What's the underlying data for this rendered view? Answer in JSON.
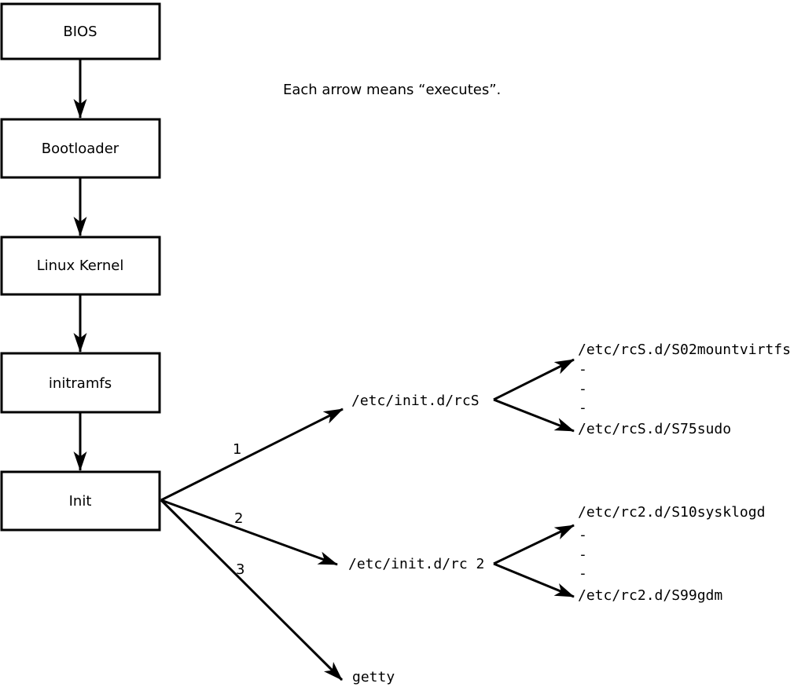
{
  "note": "Each arrow means “executes”.",
  "flow": [
    {
      "label": "BIOS"
    },
    {
      "label": "Bootloader"
    },
    {
      "label": "Linux Kernel"
    },
    {
      "label": "initramfs"
    },
    {
      "label": "Init"
    }
  ],
  "init_branches": [
    {
      "order": "1",
      "target": "/etc/init.d/rcS"
    },
    {
      "order": "2",
      "target": "/etc/init.d/rc 2"
    },
    {
      "order": "3",
      "target": "getty"
    }
  ],
  "rcS_scripts": {
    "first": "/etc/rcS.d/S02mountvirtfs",
    "dash1": "-",
    "dash2": "-",
    "dash3": "-",
    "last": "/etc/rcS.d/S75sudo"
  },
  "rc2_scripts": {
    "first": "/etc/rc2.d/S10sysklogd",
    "dash1": "-",
    "dash2": "-",
    "dash3": "-",
    "last": "/etc/rc2.d/S99gdm"
  },
  "colors": {
    "line": "#000000",
    "background": "#ffffff",
    "box_fill": "#ffffff"
  }
}
